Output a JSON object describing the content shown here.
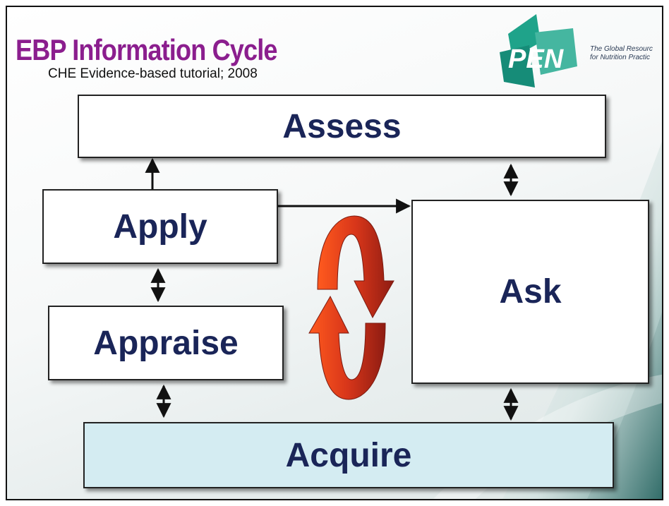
{
  "slide": {
    "title": "EBP Information Cycle",
    "subtitle": "CHE Evidence-based tutorial; 2008"
  },
  "logo": {
    "name": "PEN",
    "tagline_line1": "The Global Resourc",
    "tagline_line2": "for Nutrition Practic"
  },
  "steps": {
    "assess": "Assess",
    "apply": "Apply",
    "appraise": "Appraise",
    "ask": "Ask",
    "acquire": "Acquire"
  },
  "colors": {
    "title": "#8b1e8e",
    "step_text": "#1a2558",
    "acquire_fill": "#d4ecf2",
    "cycle_arrow": "#e2401c",
    "logo_green": "#1fa38a"
  },
  "icons": {
    "cycle": "circular-arrows-icon",
    "connectors": "double-headed-arrow-icon"
  }
}
